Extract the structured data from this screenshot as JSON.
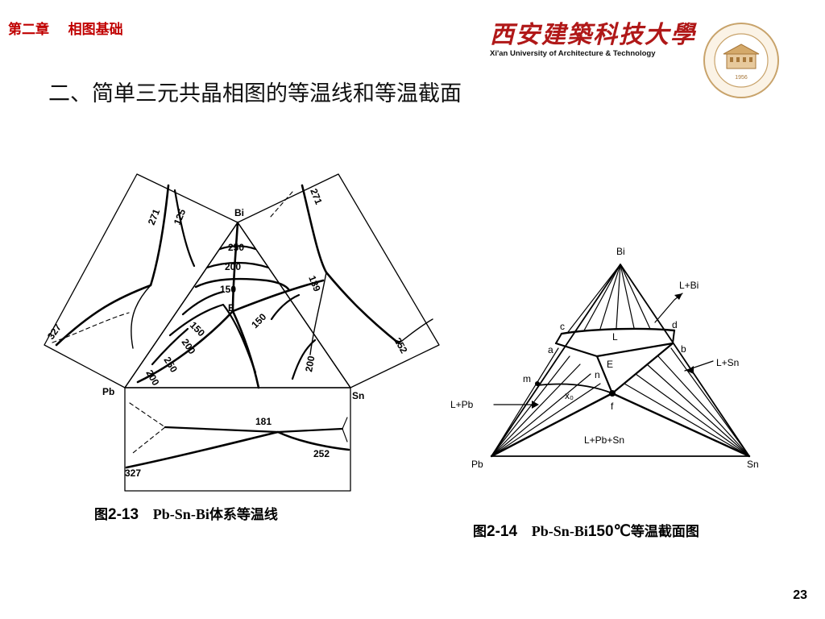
{
  "header": {
    "chapter_label": "第二章    相图基础",
    "university_name_cn": "西安建築科技大學",
    "university_name_en": "Xi'an University of  Architecture & Technology",
    "seal_year": "1956"
  },
  "page_title": "二、简单三元共晶相图的等温线和等温截面",
  "figure_1": {
    "caption_prefix": "图",
    "caption_number": "2-13",
    "caption_system": "Pb-Sn-Bi",
    "caption_text": "体系等温线",
    "labels": {
      "bi": "Bi",
      "pb": "Pb",
      "sn": "Sn",
      "e": "E",
      "v271a": "271",
      "v125": "125",
      "v271b": "271",
      "v139": "139",
      "v252a": "252",
      "v250a": "250",
      "v200a": "200",
      "v150a": "150",
      "v150b": "150",
      "v200b": "200",
      "v250b": "250",
      "v200c": "200",
      "v150c": "150",
      "v200d": "200",
      "v181": "181",
      "v252b": "252",
      "v327a": "327",
      "v327b": "327"
    }
  },
  "figure_2": {
    "caption_prefix": "图",
    "caption_number": "2-14",
    "caption_system": "Pb-Sn-Bi",
    "caption_temp": "150℃",
    "caption_text": "等温截面图",
    "labels": {
      "bi": "Bi",
      "pb": "Pb",
      "sn": "Sn",
      "e": "E",
      "l": "L",
      "c": "c",
      "d": "d",
      "a": "a",
      "b": "b",
      "m": "m",
      "n": "n",
      "x0": "x₀",
      "f": "f",
      "l_bi": "L+Bi",
      "l_sn": "L+Sn",
      "l_pb": "L+Pb",
      "l_pb_sn": "L+Pb+Sn"
    }
  },
  "page_number": "23"
}
